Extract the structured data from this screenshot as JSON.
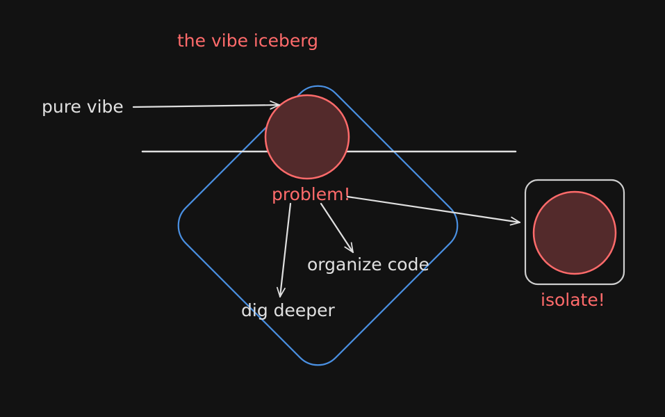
{
  "title": "the vibe iceberg",
  "labels": {
    "pure_vibe": "pure vibe",
    "problem": "problem!",
    "organize_code": "organize code",
    "dig_deeper": "dig deeper",
    "isolate": "isolate!"
  },
  "colors": {
    "background": "#121212",
    "accent_red": "#ff6b6b",
    "text_light": "#e0e0e0",
    "iceberg_blue": "#4a90e2",
    "circle_fill": "#532a2b",
    "frame_grey": "#cfcfcf"
  }
}
